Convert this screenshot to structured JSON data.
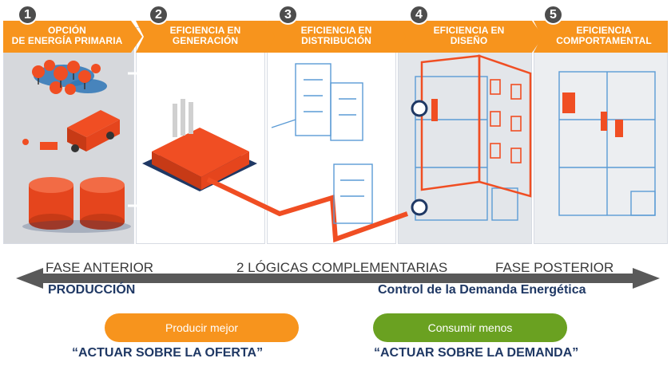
{
  "steps": [
    {
      "num": "1",
      "label1": "OPCIÓN",
      "label2": "DE ENERGÍA PRIMARIA"
    },
    {
      "num": "2",
      "label1": "EFICIENCIA EN",
      "label2": "GENERACIÓN"
    },
    {
      "num": "3",
      "label1": "EFICIENCIA EN",
      "label2": "DISTRIBUCIÓN"
    },
    {
      "num": "4",
      "label1": "EFICIENCIA EN",
      "label2": "DISEÑO"
    },
    {
      "num": "5",
      "label1": "EFICIENCIA",
      "label2": "COMPORTAMENTAL"
    }
  ],
  "axis": {
    "left_phase": "FASE ANTERIOR",
    "center": "2 LÓGICAS COMPLEMENTARIAS",
    "right_phase": "FASE POSTERIOR",
    "left_title": "PRODUCCIÓN",
    "right_title": "Control de la Demanda Energética"
  },
  "buttons": {
    "produce": "Producir mejor",
    "consume": "Consumir menos"
  },
  "slogans": {
    "offer": "“ACTUAR SOBRE LA OFERTA”",
    "demand": "“ACTUAR SOBRE LA DEMANDA”"
  },
  "colors": {
    "orange": "#f7941d",
    "red_orange": "#f04e23",
    "green": "#6aa121",
    "navy": "#1f3864",
    "blue_line": "#5b9bd5"
  }
}
